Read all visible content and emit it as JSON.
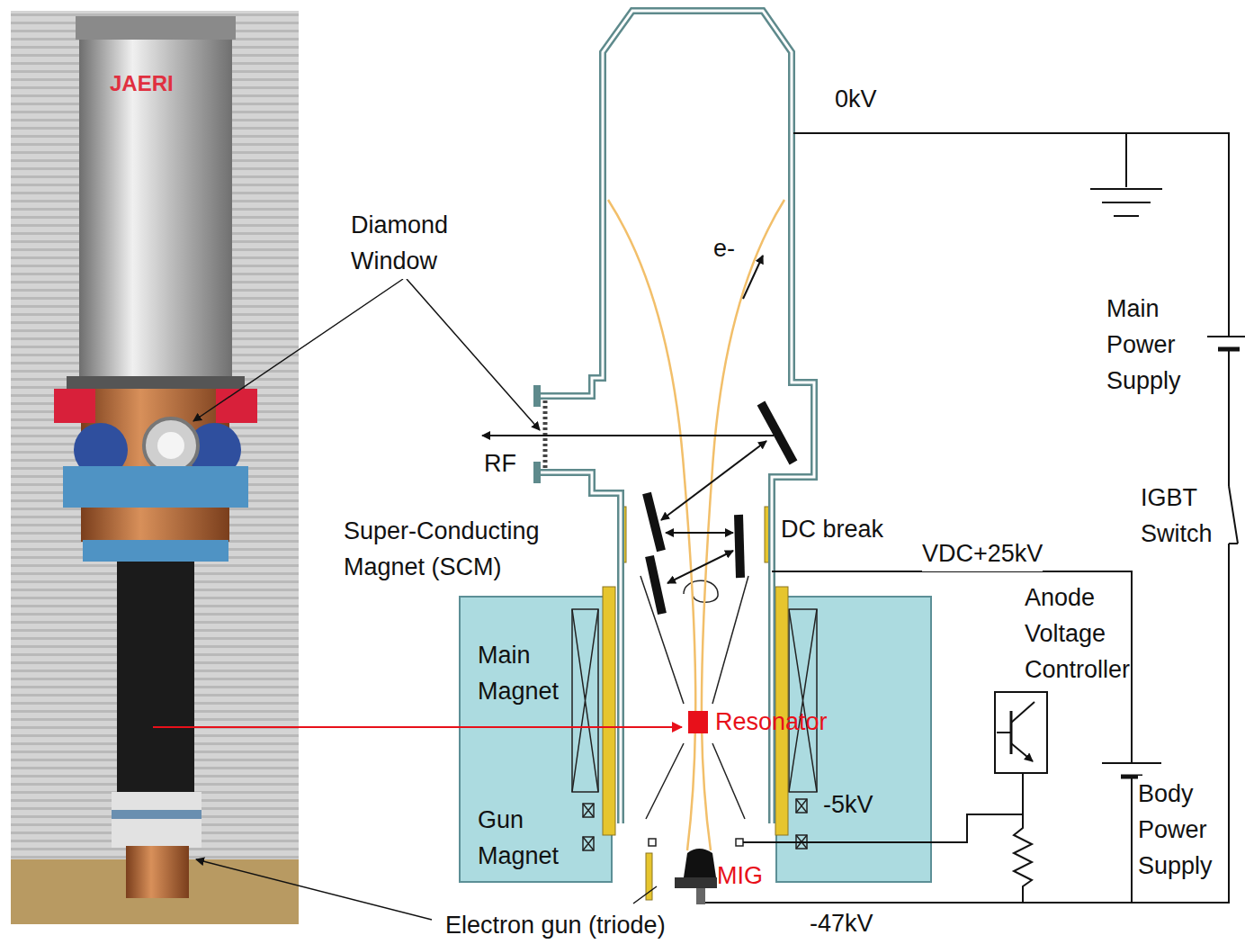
{
  "diagram": {
    "nodes": [
      {
        "text": [
          "Main Magnet",
          "Gun Magnet"
        ]
      },
      {
        "text": [
          "-5kV"
        ]
      },
      {
        "text": [
          "Resonator"
        ]
      },
      {
        "text": [
          "Anode Voltage Controller"
        ]
      }
    ],
    "labels": [
      "JAERI",
      "Diamond Window",
      "RF",
      "Super-Conducting Magnet (SCM)",
      "0kV",
      "e-",
      "Main Power Supply",
      "IGBT Switch",
      "DC break",
      "VDC+25kV",
      "Body Power Supply",
      "MIG",
      "Electron gun (triode)",
      "-47kV"
    ]
  }
}
